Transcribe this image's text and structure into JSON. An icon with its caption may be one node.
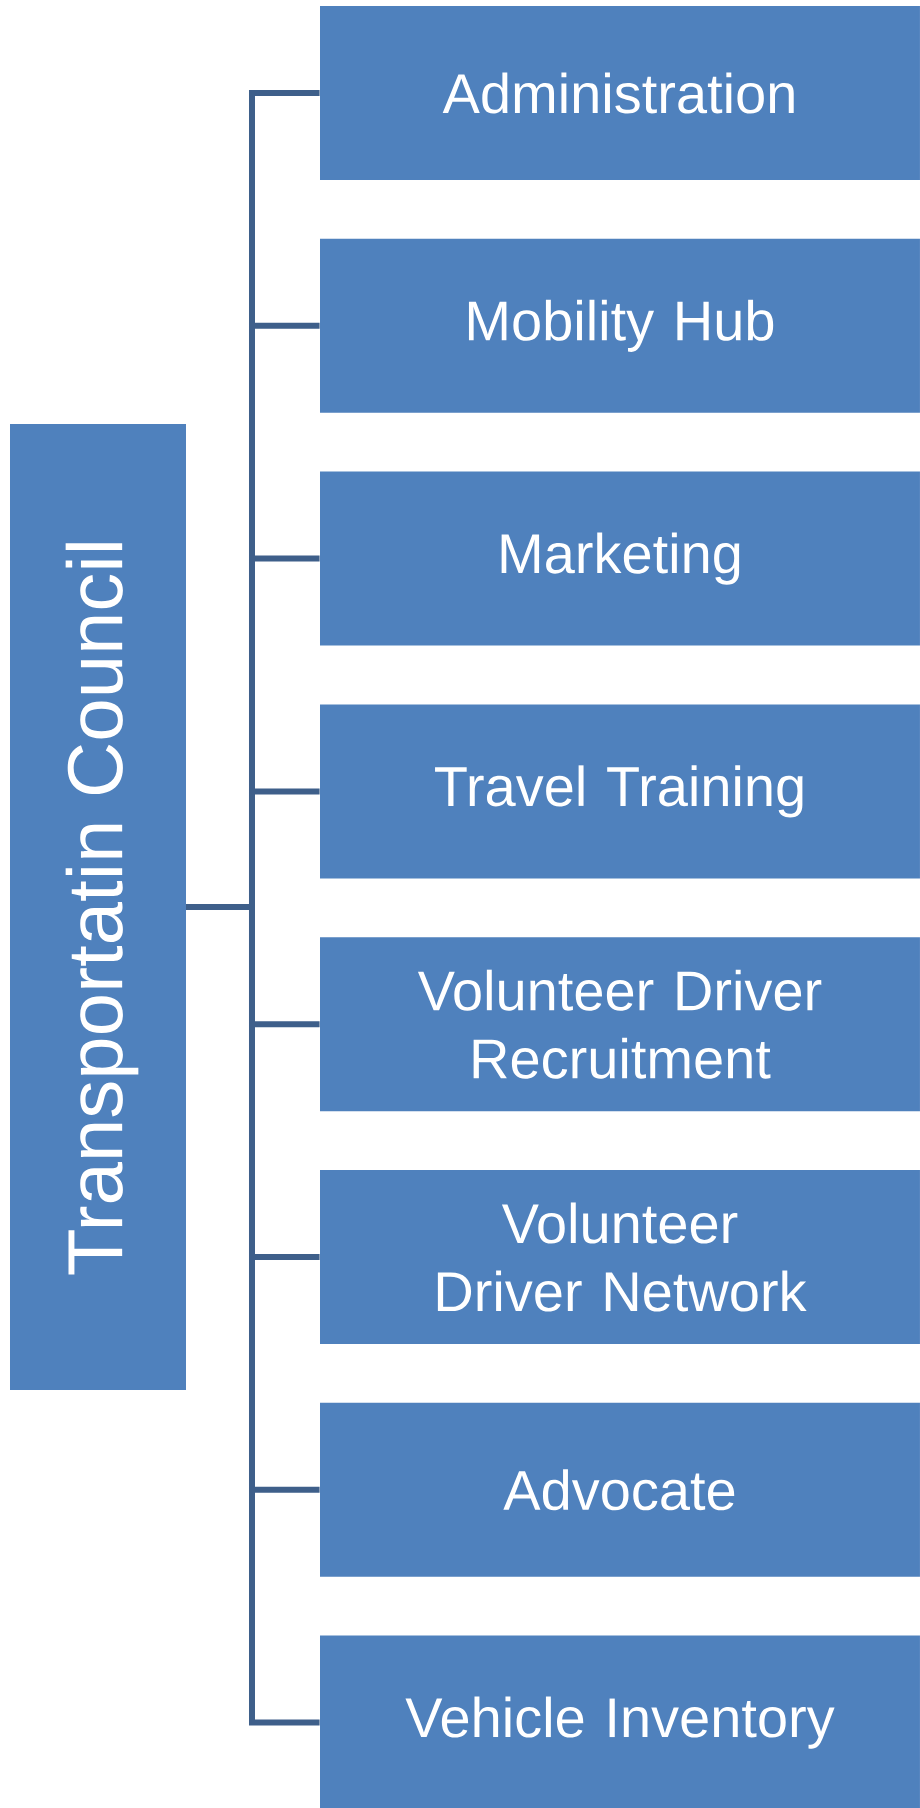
{
  "diagram": {
    "nodes": [
      {
        "text": [
          "Transportatin Council"
        ]
      },
      {
        "text": [
          "Administration"
        ]
      },
      {
        "text": [
          "Mobility Hub"
        ]
      },
      {
        "text": [
          "Marketing"
        ]
      },
      {
        "text": [
          "Travel Training"
        ]
      },
      {
        "text": [
          "Volunteer Driver Recruitment"
        ]
      },
      {
        "text": [
          "Volunteer Driver Network"
        ]
      },
      {
        "text": [
          "Advocate"
        ]
      },
      {
        "text": [
          "Vehicle Inventory"
        ]
      }
    ],
    "edges": [
      {
        "from": 0,
        "to": 1,
        "arrow": "none"
      },
      {
        "from": 0,
        "to": 2,
        "arrow": "none"
      },
      {
        "from": 0,
        "to": 3,
        "arrow": "none"
      },
      {
        "from": 0,
        "to": 4,
        "arrow": "none"
      },
      {
        "from": 0,
        "to": 5,
        "arrow": "none"
      },
      {
        "from": 0,
        "to": 6,
        "arrow": "none"
      },
      {
        "from": 0,
        "to": 7,
        "arrow": "none"
      },
      {
        "from": 0,
        "to": 8,
        "arrow": "none"
      }
    ]
  }
}
